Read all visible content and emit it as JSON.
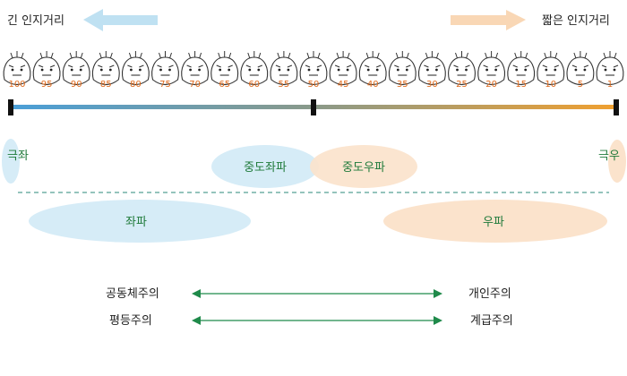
{
  "top": {
    "left_label": "긴 인지거리",
    "right_label": "짧은 인지거리"
  },
  "scale": {
    "values": [
      "100",
      "95",
      "90",
      "85",
      "80",
      "75",
      "70",
      "65",
      "60",
      "55",
      "50",
      "45",
      "40",
      "35",
      "30",
      "25",
      "20",
      "15",
      "10",
      "5",
      "1"
    ]
  },
  "spectrum": {
    "far_left": "극좌",
    "center_left": "중도좌파",
    "center_right": "중도우파",
    "far_right": "극우",
    "left": "좌파",
    "right": "우파"
  },
  "concepts": [
    {
      "left": "공동체주의",
      "right": "개인주의"
    },
    {
      "left": "평등주의",
      "right": "계급주의"
    }
  ],
  "colors": {
    "left_blue": "#4a9fd8",
    "right_orange": "#f0a030",
    "ellipse_blue": "#d6ecf7",
    "ellipse_orange": "#fbe3cc",
    "arrow_blue": "#bfe1f2",
    "arrow_orange": "#f9d7b5",
    "text_green": "#1f7a3a",
    "scale_number": "#e06a1c",
    "dashed_line": "#2a8a78"
  }
}
